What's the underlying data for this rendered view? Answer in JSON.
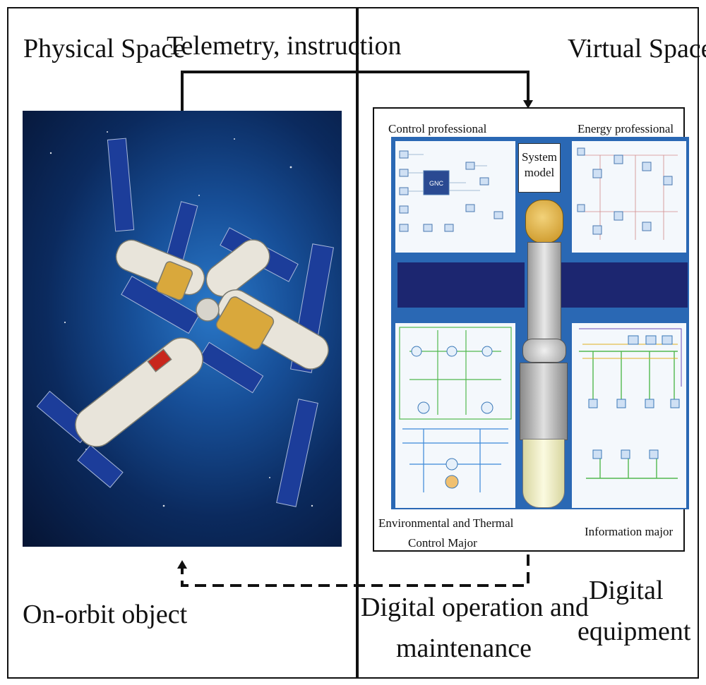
{
  "labels": {
    "physical_space": "Physical Space",
    "telemetry": "Telemetry, instruction",
    "virtual_space": "Virtual Space",
    "onorbit_object": "On-orbit object",
    "digital_operation_line1": "Digital operation and",
    "digital_operation_line2": "maintenance",
    "digital_equipment_line1": "Digital",
    "digital_equipment_line2": "equipment",
    "control_professional": "Control professional",
    "energy_professional": "Energy professional",
    "system_model_line1": "System",
    "system_model_line2": "model",
    "env_thermal_line1": "Environmental and Thermal",
    "env_thermal_line2": "Control Major",
    "information_major": "Information major",
    "gnc": "GNC"
  },
  "colors": {
    "board": "#2a68b4",
    "band": "#1c2670",
    "space_dark": "#061433",
    "cabin_gold": "#d9a83c"
  }
}
